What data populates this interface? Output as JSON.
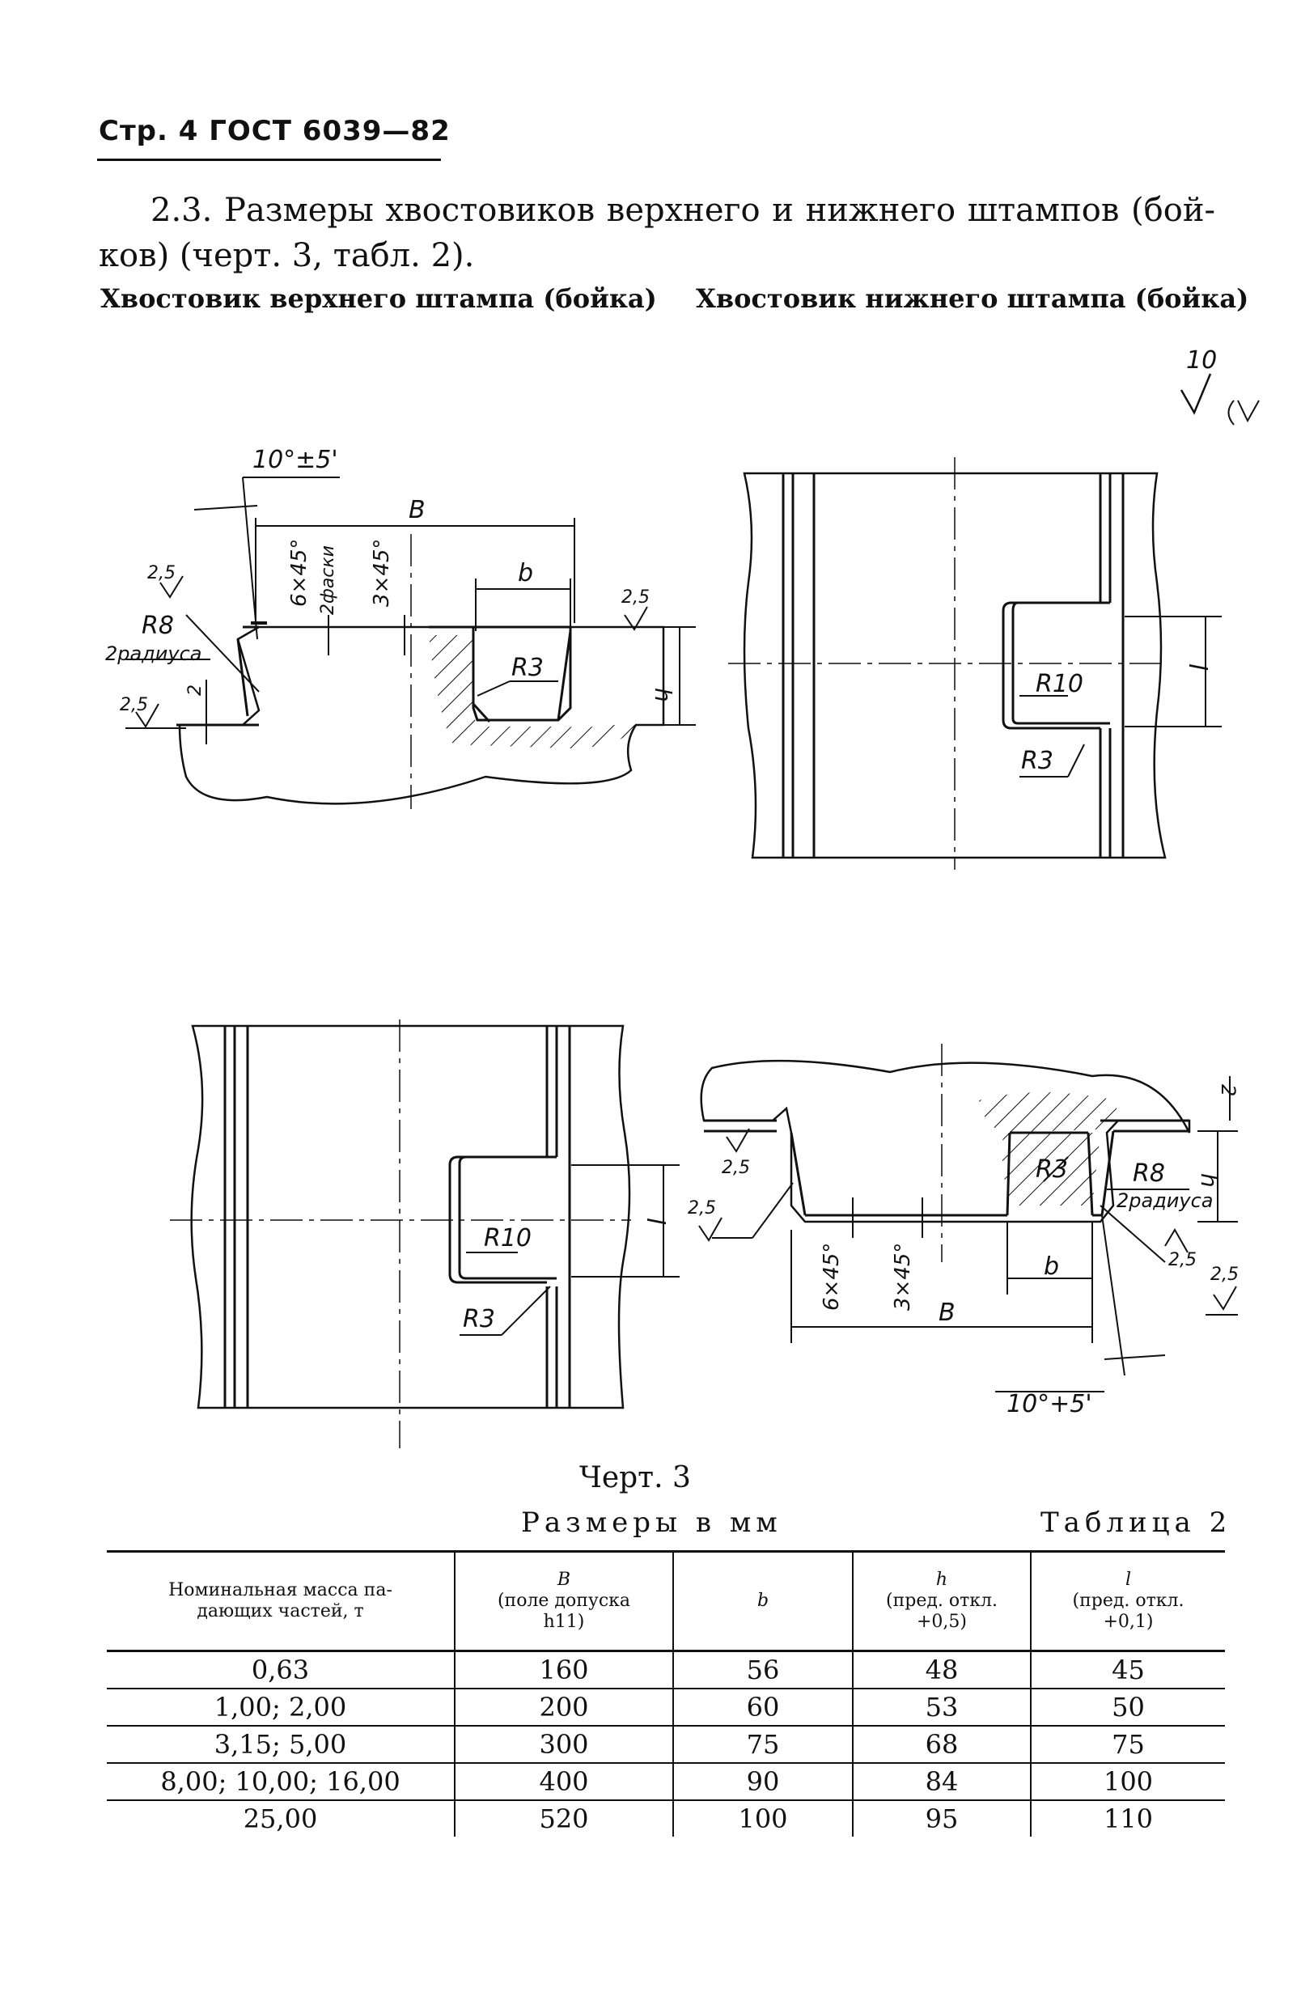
{
  "header": {
    "text": "Стр. 4  ГОСТ  6039—82"
  },
  "paragraph": {
    "line1": "2.3. Размеры хвостовиков верхнего и нижнего штампов (бой-",
    "line2": "ков) (черт. 3, табл. 2)."
  },
  "captions": {
    "upper": "Хвостовик верхнего штампа (бойка)",
    "lower": "Хвостовик нижнего штампа (бойка)"
  },
  "drawing_labels": {
    "roughness_10": "10",
    "angle": "10°±5'",
    "angle_lower": "10°+5'",
    "B": "B",
    "b": "b",
    "h": "h",
    "l": "l",
    "chamfer6": "6×45°",
    "chamfer2": "2фаски",
    "chamfer3": "3×45°",
    "r25": "2,5",
    "r8": "R8",
    "r8_2": "2радиуса",
    "r3": "R3",
    "r10": "R10",
    "two": "2"
  },
  "figure_caption": "Черт. 3",
  "units_caption": "Размеры в мм",
  "table_number": "Таблица 2",
  "table": {
    "headers": [
      {
        "label": "Номинальная масса па-\nдающих частей, т"
      },
      {
        "sym": "B",
        "label": "(поле допуска\nh11)"
      },
      {
        "sym": "b",
        "label": ""
      },
      {
        "sym": "h",
        "label": "(пред. откл.\n+0,5)"
      },
      {
        "sym": "l",
        "label": "(пред. откл.\n+0,1)"
      }
    ],
    "rows": [
      [
        "0,63",
        "160",
        "56",
        "48",
        "45"
      ],
      [
        "1,00; 2,00",
        "200",
        "60",
        "53",
        "50"
      ],
      [
        "3,15; 5,00",
        "300",
        "75",
        "68",
        "75"
      ],
      [
        "8,00; 10,00; 16,00",
        "400",
        "90",
        "84",
        "100"
      ],
      [
        "25,00",
        "520",
        "100",
        "95",
        "110"
      ]
    ]
  }
}
